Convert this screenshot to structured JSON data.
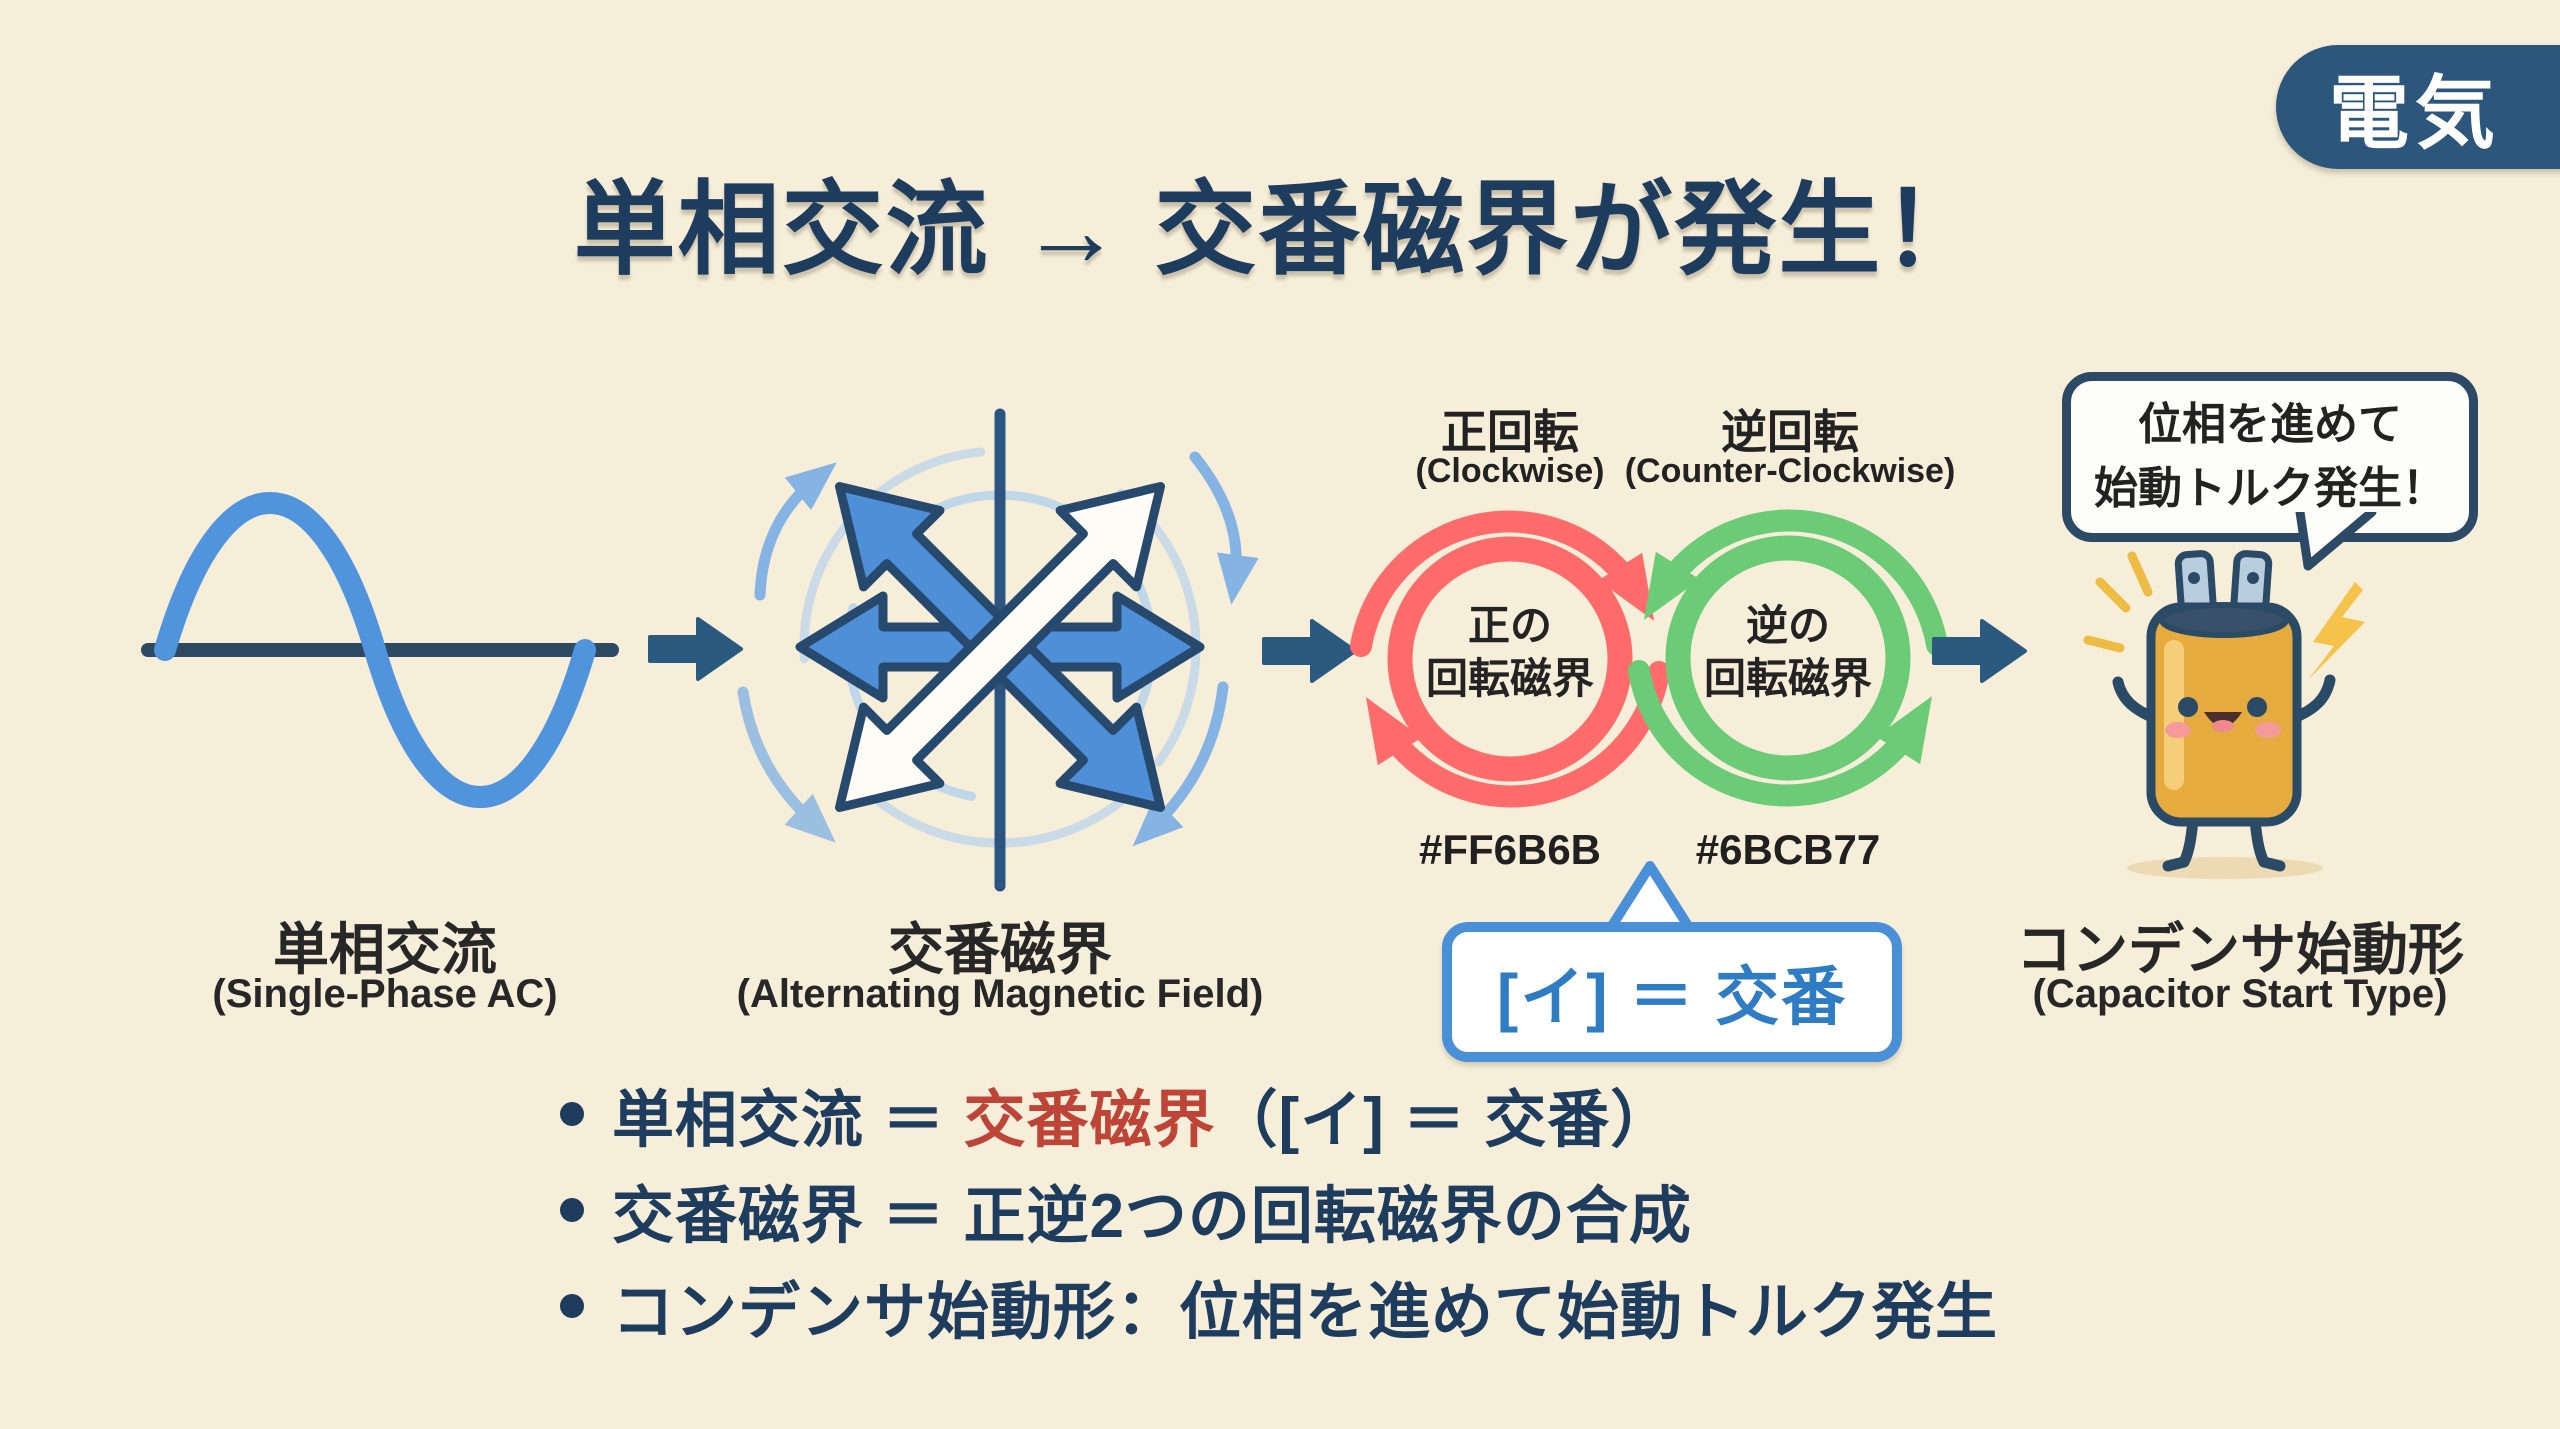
{
  "page": {
    "background_color": "#f6eed9"
  },
  "badge": {
    "label": "電気",
    "bg_color": "#2d567d",
    "text_color": "#ffffff"
  },
  "title": {
    "text": "単相交流 → 交番磁界が発生！",
    "color": "#1d3c5e"
  },
  "sine": {
    "label": "単相交流",
    "sublabel": "(Single-Phase AC)",
    "wave_color": "#4f94dc",
    "axis_color": "#2e4a63"
  },
  "cross": {
    "label": "交番磁界",
    "sublabel": "(Alternating Magnetic Field)",
    "arrow_blue": "#4e8fd7",
    "arrow_white": "#fdfcf6",
    "outline_color": "#27496d"
  },
  "forward_rotation": {
    "top_label": "正回転",
    "top_sublabel": "(Clockwise)",
    "inner_line1": "正の",
    "inner_line2": "回転磁界",
    "hex_label": "#FF6B6B",
    "color": "#FF6B6B"
  },
  "reverse_rotation": {
    "top_label": "逆回転",
    "top_sublabel": "(Counter-Clockwise)",
    "inner_line1": "逆の",
    "inner_line2": "回転磁界",
    "hex_label": "#6BCB77",
    "color": "#6BCB77"
  },
  "capacitor": {
    "label": "コンデンサ始動形",
    "sublabel": "(Capacitor Start Type)",
    "speech_line1": "位相を進めて",
    "speech_line2": "始動トルク発生！",
    "body_color": "#e5ab3f",
    "lightning_color": "#f5c34a"
  },
  "callout": {
    "text": "[イ] ＝ 交番",
    "border_color": "#4a90d9",
    "text_color": "#2e7cc3"
  },
  "bullets": [
    {
      "pre": "単相交流 ＝ ",
      "highlight": "交番磁界",
      "post": "（[イ] ＝ 交番）",
      "highlight_color": "#bf4438"
    },
    {
      "text": "交番磁界 ＝ 正逆2つの回転磁界の合成"
    },
    {
      "text": "コンデンサ始動形：位相を進めて始動トルク発生"
    }
  ]
}
